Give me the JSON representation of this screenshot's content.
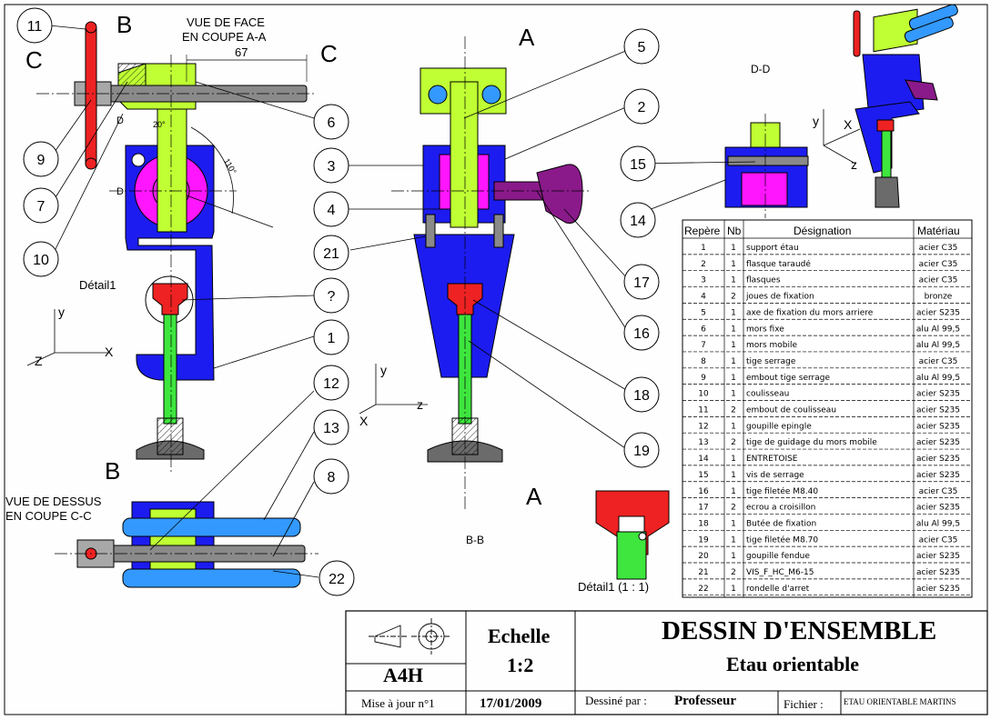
{
  "views": {
    "front_title_1": "VUE DE FACE",
    "front_title_2": "EN COUPE A-A",
    "top_title_1": "VUE DE DESSUS",
    "top_title_2": "EN COUPE C-C",
    "section_bb": "B-B",
    "section_dd": "D-D",
    "detail_label": "Détail1",
    "detail_scale": "Détail1 (1 : 1)",
    "dimension_67": "67",
    "cut_A": "A",
    "cut_B": "B",
    "cut_C": "C",
    "cut_D": "D",
    "angle_a": "20°",
    "angle_b": "110°",
    "axis_x": "X",
    "axis_y": "y",
    "axis_z": "Z",
    "axis_x2": "X",
    "axis_y2": "y",
    "axis_z2": "z"
  },
  "balloons": [
    "11",
    "9",
    "7",
    "10",
    "6",
    "3",
    "4",
    "21",
    "?",
    "1",
    "12",
    "13",
    "8",
    "22",
    "5",
    "2",
    "15",
    "14",
    "17",
    "16",
    "18",
    "19"
  ],
  "parts_table": {
    "headers": [
      "Repère",
      "Nb",
      "Désignation",
      "Matériau"
    ],
    "rows": [
      [
        "1",
        "1",
        "support étau",
        "acier C35"
      ],
      [
        "2",
        "1",
        "flasque taraudé",
        "acier C35"
      ],
      [
        "3",
        "1",
        "flasques",
        "acier C35"
      ],
      [
        "4",
        "2",
        "joues de fixation",
        "bronze"
      ],
      [
        "5",
        "1",
        "axe de fixation du mors arriere",
        "acier S235"
      ],
      [
        "6",
        "1",
        "mors fixe",
        "alu Al 99,5"
      ],
      [
        "7",
        "1",
        "mors mobile",
        "alu Al 99,5"
      ],
      [
        "8",
        "1",
        "tige serrage",
        "acier C35"
      ],
      [
        "9",
        "1",
        "embout tige serrage",
        "alu Al 99,5"
      ],
      [
        "10",
        "1",
        "coulisseau",
        "acier S235"
      ],
      [
        "11",
        "2",
        "embout de coulisseau",
        "acier S235"
      ],
      [
        "12",
        "1",
        "goupille epingle",
        "acier S235"
      ],
      [
        "13",
        "2",
        "tige de guidage du mors mobile",
        "acier S235"
      ],
      [
        "14",
        "1",
        "ENTRETOISE",
        "acier S235"
      ],
      [
        "15",
        "1",
        "vis de serrage",
        "acier S235"
      ],
      [
        "16",
        "1",
        "tige filetée M8.40",
        "acier C35"
      ],
      [
        "17",
        "2",
        "ecrou a croisillon",
        "acier S235"
      ],
      [
        "18",
        "1",
        "Butée de fixation",
        "alu Al 99,5"
      ],
      [
        "19",
        "1",
        "tige filetée M8.70",
        "acier C35"
      ],
      [
        "20",
        "1",
        "goupille fendue",
        "acier S235"
      ],
      [
        "21",
        "2",
        "VIS_F_HC_M6-15",
        "acier S235"
      ],
      [
        "22",
        "1",
        "rondelle d'arret",
        "acier S235"
      ]
    ]
  },
  "title_block": {
    "format": "A4H",
    "scale_label": "Echelle",
    "scale_value": "1:2",
    "title": "DESSIN D'ENSEMBLE",
    "subtitle": "Etau orientable",
    "revision": "Mise à jour n°1",
    "date": "17/01/2009",
    "drawn_by_label": "Dessiné par :",
    "drawn_by": "Professeur",
    "file_label": "Fichier :",
    "file_name": "ETAU ORIENTABLE MARTINS"
  },
  "colors": {
    "blue": "#1c1cf0",
    "magenta": "#ff16ff",
    "lime": "#bfff33",
    "green": "#3ee63e",
    "red": "#ee2222",
    "steel_blue": "#3399ff",
    "purple": "#8a1a8a",
    "dark_gray": "#6b6b6b"
  }
}
